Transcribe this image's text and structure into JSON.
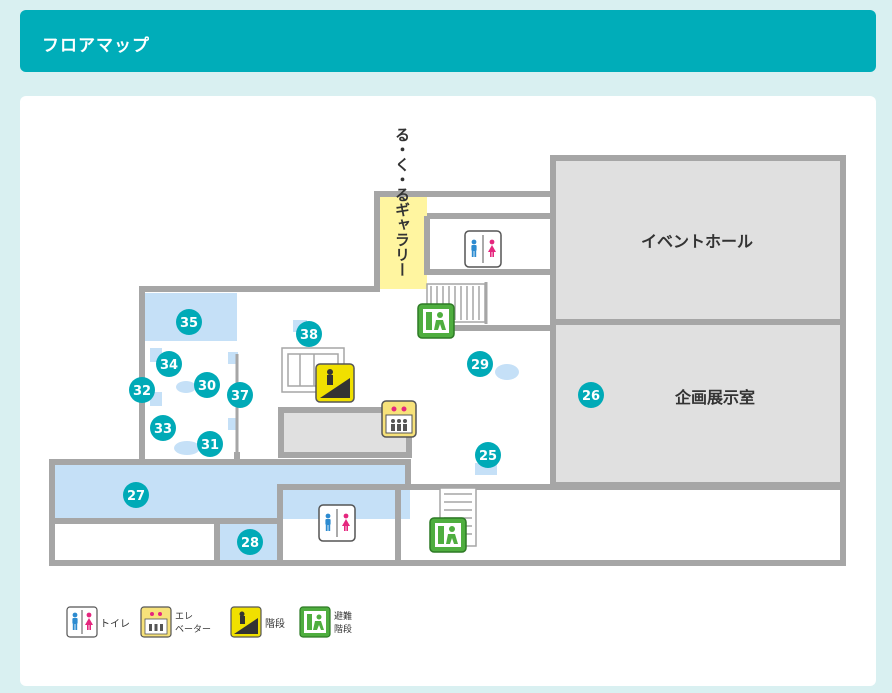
{
  "header": {
    "title": "フロアマップ"
  },
  "rooms": {
    "gallery": "る・く・るギャラリー",
    "event_hall": "イベントホール",
    "exhibition": "企画展示室"
  },
  "spots": [
    "25",
    "26",
    "27",
    "28",
    "29",
    "30",
    "31",
    "32",
    "33",
    "34",
    "35",
    "37",
    "38"
  ],
  "legend": {
    "toilet": "トイレ",
    "elevator_1": "エレ",
    "elevator_2": "ベーター",
    "stairs": "階段",
    "evac_1": "避難",
    "evac_2": "階段"
  },
  "colors": {
    "header": "#00adb9",
    "marker": "#00aab7",
    "highlight": "#c5e0f7",
    "wall": "#a6a6a6",
    "room_fill": "#e0e0e0",
    "gallery_fill": "#fff5a0",
    "evac": "#4fae3f",
    "stairs_icon": "#f0e000"
  }
}
